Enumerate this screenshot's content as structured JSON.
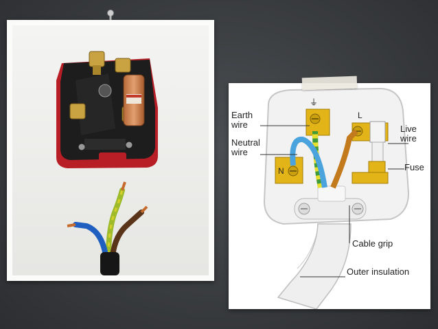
{
  "diagram": {
    "labels": {
      "earth": [
        "Earth",
        "wire"
      ],
      "neutral": [
        "Neutral",
        "wire"
      ],
      "live": [
        "Live",
        "wire"
      ],
      "fuse": "Fuse",
      "cable_grip": "Cable grip",
      "outer_insulation": "Outer insulation",
      "terminal_l": "L",
      "terminal_n": "N"
    },
    "colors": {
      "terminal_brass": "#e3b417",
      "neutral_wire": "#4aa3dc",
      "earth_wire_green": "#3f9a3a",
      "earth_wire_yellow": "#e8df2e",
      "live_wire": "#c27a1c",
      "plug_body": "#f2f2f2"
    }
  },
  "photo": {
    "colors": {
      "plug_case": "#1c1c1c",
      "plug_rim": "#c8202a",
      "wire_blue": "#1f5fbf",
      "wire_brown": "#5a3418",
      "wire_green_yellow": "#9dbb2a"
    }
  }
}
